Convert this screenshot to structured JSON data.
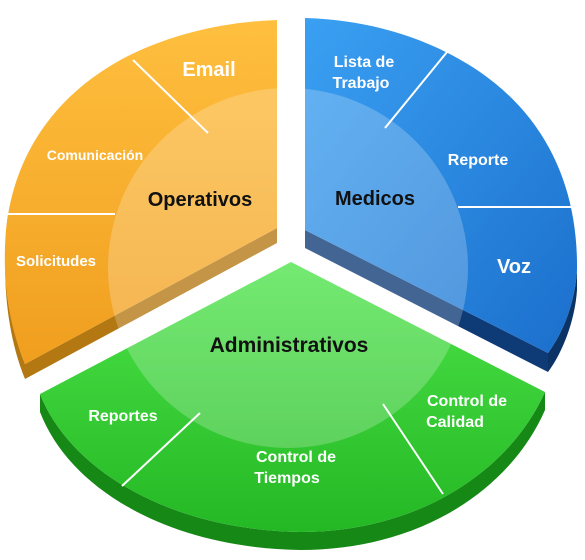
{
  "diagram": {
    "sections": [
      {
        "id": "operativos",
        "title": "Operativos",
        "color_top": "#f7b43a",
        "color_side": "#b87a10",
        "items": [
          "Email",
          "Comunicación",
          "Solicitudes"
        ]
      },
      {
        "id": "medicos",
        "title": "Medicos",
        "color_top": "#2f8fe6",
        "color_side": "#0f3f7c",
        "items": [
          "Lista de Trabajo",
          "Reporte",
          "Voz"
        ]
      },
      {
        "id": "administrativos",
        "title": "Administrativos",
        "color_top": "#3ed43c",
        "color_side": "#178a17",
        "items": [
          "Reportes",
          "Control de Tiempos",
          "Control de Calidad"
        ]
      }
    ],
    "lines": {
      "lista_1": "Lista de",
      "lista_2": "Trabajo",
      "ctrl_t_1": "Control de",
      "ctrl_t_2": "Tiempos",
      "ctrl_c_1": "Control de",
      "ctrl_c_2": "Calidad"
    },
    "hub_color": "#ffffff"
  }
}
